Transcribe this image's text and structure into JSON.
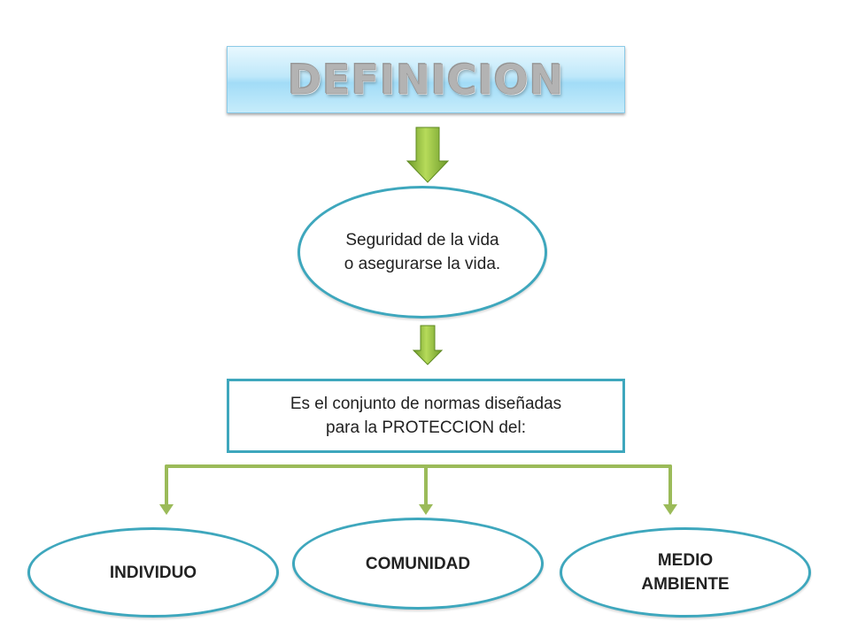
{
  "title": "DEFINICION",
  "definition": "Seguridad de la vida o asegurarse la vida.",
  "norms": {
    "line1": "Es el conjunto de normas diseñadas",
    "line2": "para la PROTECCION del:"
  },
  "branches": {
    "individuo": "INDIVIDUO",
    "comunidad": "COMUNIDAD",
    "medio_line1": "MEDIO",
    "medio_line2": "AMBIENTE"
  }
}
